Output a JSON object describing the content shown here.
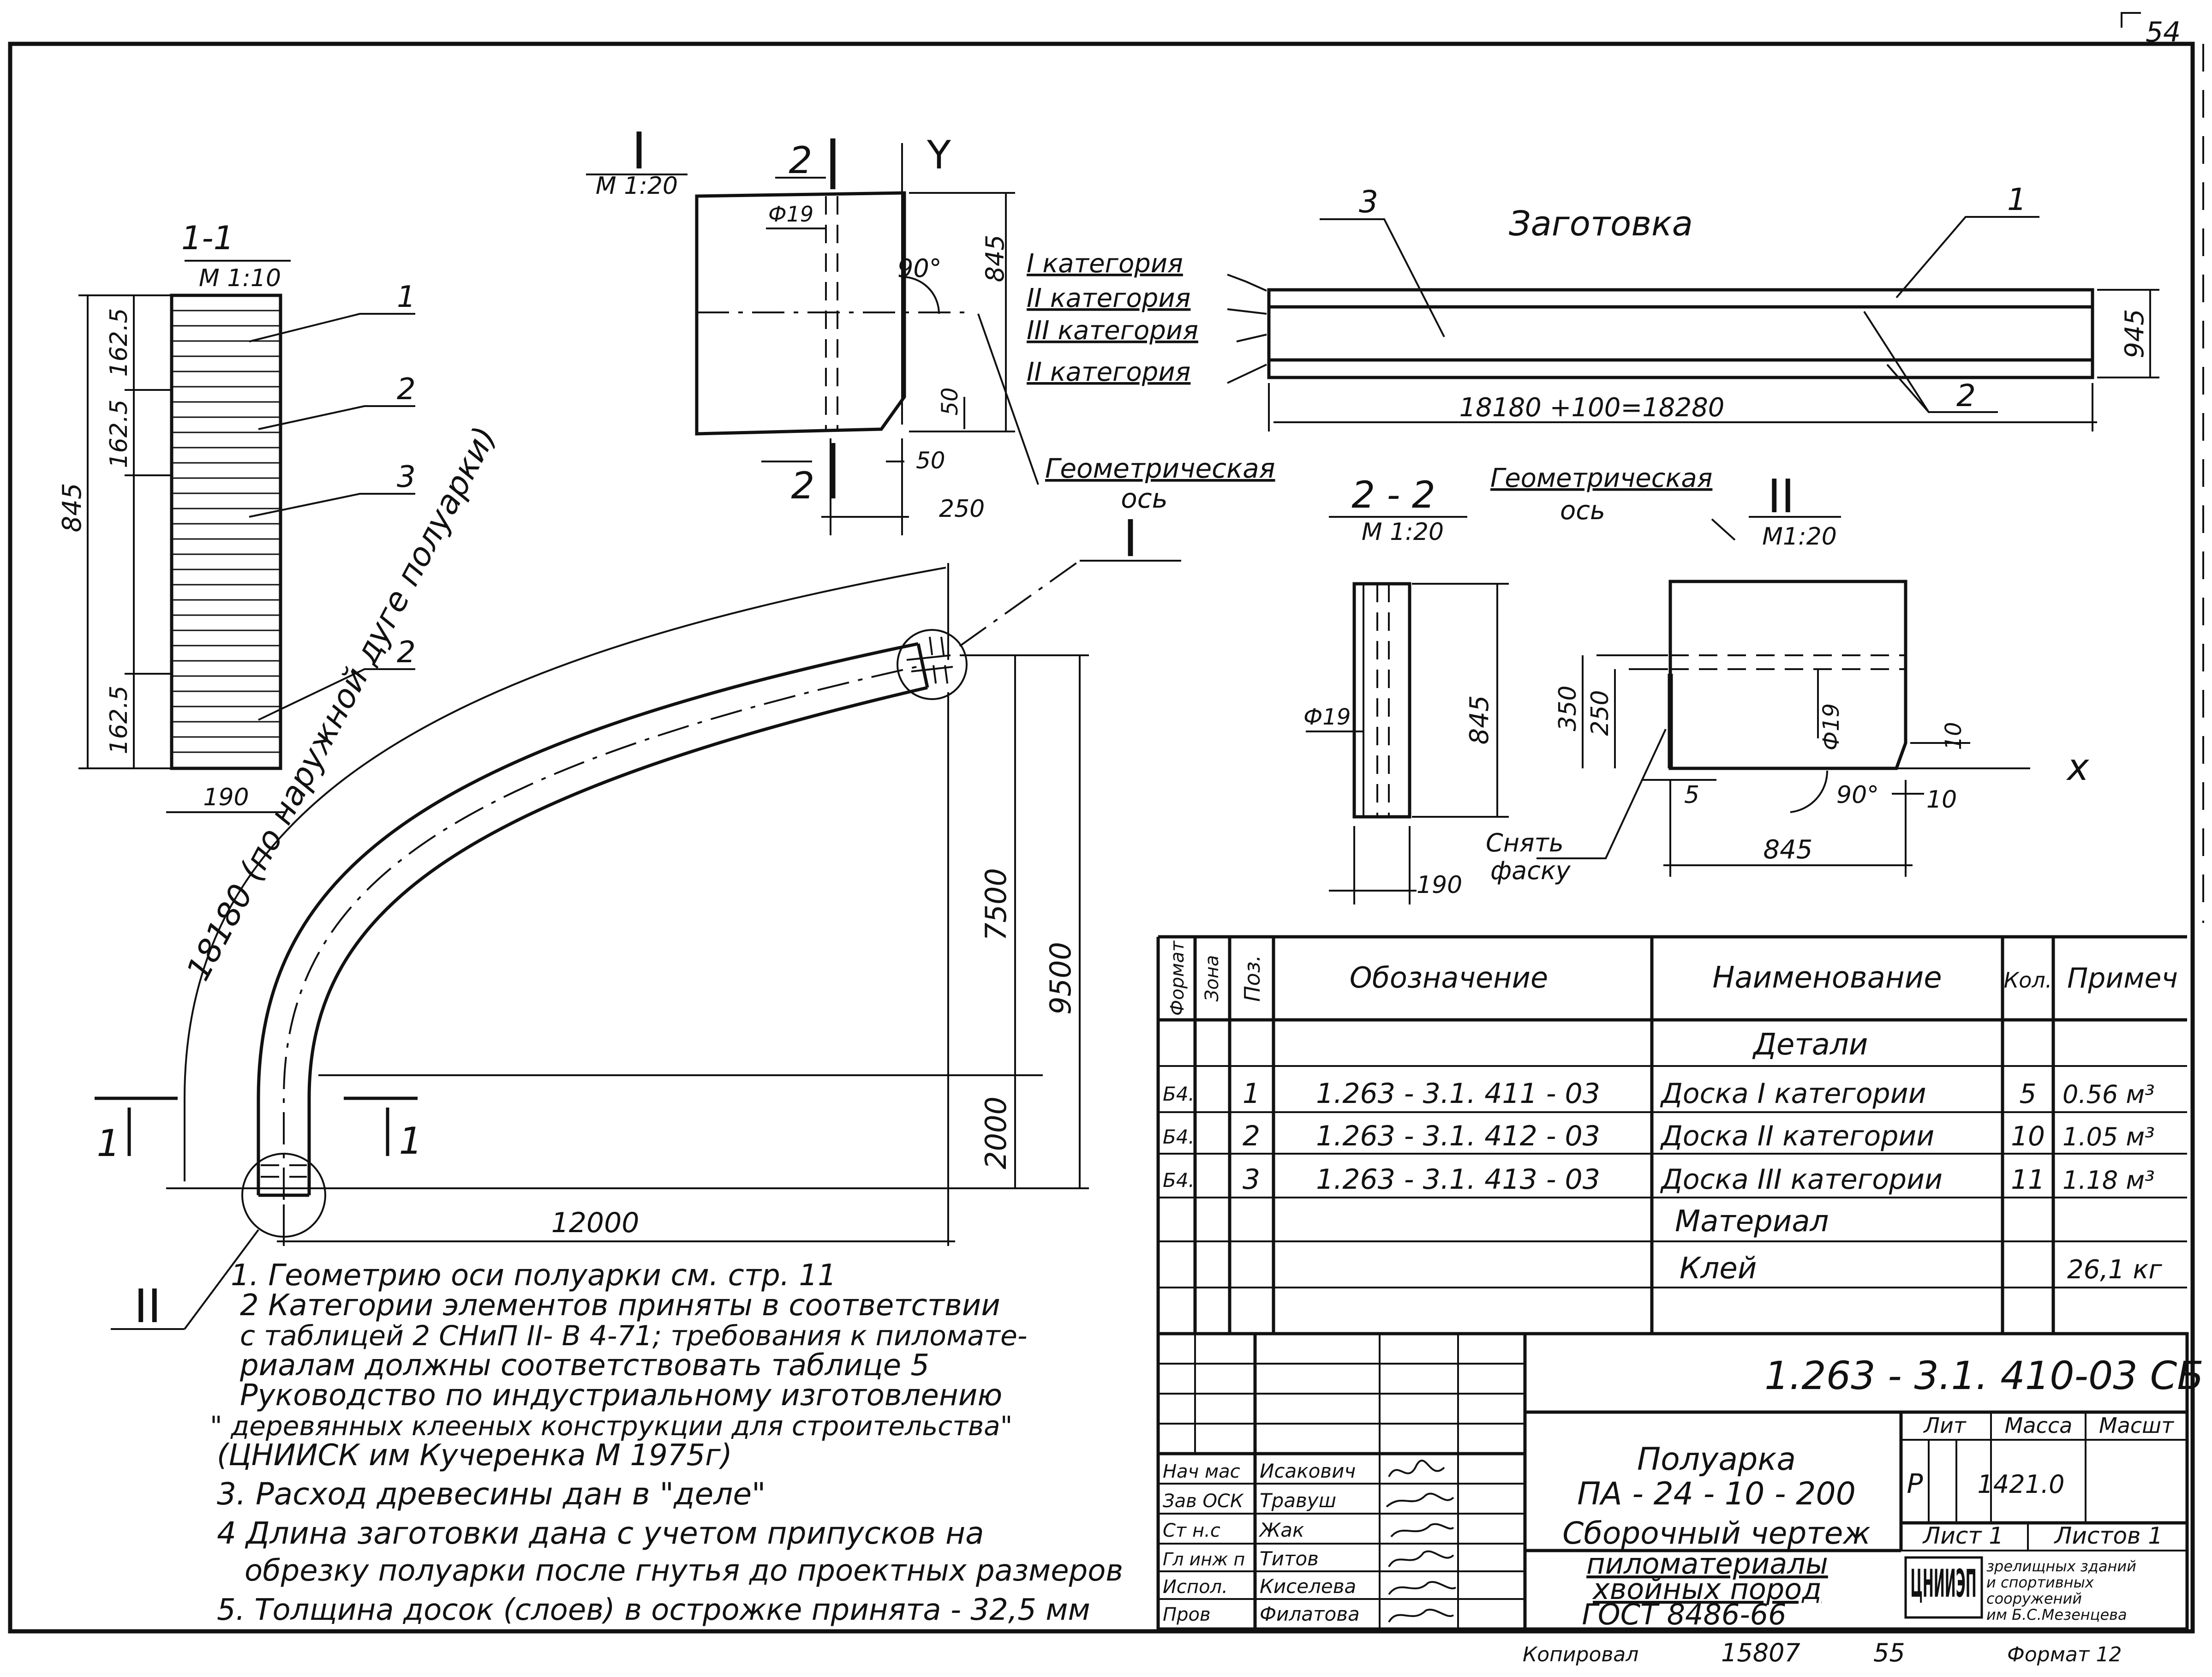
{
  "sheet": {
    "page_number": "54",
    "copied": "Копировал",
    "order": "15807",
    "page_bottom": "55",
    "format": "Формат 12"
  },
  "section_1_1": {
    "title": "1-1",
    "scale": "М 1:10",
    "dims": [
      "162.5",
      "162.5",
      "162.5"
    ],
    "height": "845",
    "width": "190",
    "callouts": [
      "1",
      "2",
      "3",
      "2"
    ]
  },
  "detail_I": {
    "title": "I",
    "scale": "М 1:20",
    "cut": "2",
    "axis": "Y",
    "diameter": "Ф19",
    "angle": "90°",
    "height": "845",
    "chamfer1": "50",
    "chamfer2": "50",
    "width": "250",
    "geometric_axis": "Геометрическая",
    "geometric_axis2": "ось"
  },
  "blank": {
    "title": "Заготовка",
    "cat1": "I категория",
    "cat2a": "II категория",
    "cat3": "III категория",
    "cat2b": "II категория",
    "callout3": "3",
    "callout1": "1",
    "callout2": "2",
    "height": "945",
    "length": "18180 +100=18280"
  },
  "section_2_2": {
    "title": "2 - 2",
    "scale": "М 1:20",
    "diameter": "Ф19",
    "height": "845",
    "width": "190",
    "geometric_axis": "Геометрическая",
    "geometric_axis2": "ось"
  },
  "detail_II": {
    "title": "II",
    "scale": "М1:20",
    "dim350": "350",
    "dim250": "250",
    "diameter": "Ф19",
    "angle": "90°",
    "dim5": "5",
    "dim10a": "10",
    "dim10b": "10",
    "width": "845",
    "axis": "x",
    "chamfer_note": "Снять",
    "chamfer_note2": "фаску"
  },
  "arc": {
    "label": "18180 (по наружной дуге полуарки)",
    "span": "12000",
    "rise_total": "9500",
    "rise_upper": "7500",
    "rise_lower": "2000",
    "cut_mark": "1",
    "detail_I": "I",
    "detail_II": "II"
  },
  "spec": {
    "headers": [
      "Формат",
      "Зона",
      "Поз.",
      "Обозначение",
      "Наименование",
      "Кол.",
      "Примеч"
    ],
    "sections": {
      "details": "Детали",
      "material": "Материал"
    },
    "rows": [
      {
        "format": "Б4.",
        "pos": "1",
        "code": "1.263 - 3.1. 411 - 03",
        "name": "Доска I категории",
        "qty": "5",
        "note": "0.56 м³"
      },
      {
        "format": "Б4.",
        "pos": "2",
        "code": "1.263 - 3.1. 412 - 03",
        "name": "Доска II категории",
        "qty": "10",
        "note": "1.05 м³"
      },
      {
        "format": "Б4.",
        "pos": "3",
        "code": "1.263 - 3.1. 413 - 03",
        "name": "Доска III категории",
        "qty": "11",
        "note": "1.18 м³"
      }
    ],
    "glue": {
      "name": "Клей",
      "note": "26,1 кг"
    }
  },
  "notes": [
    "1. Геометрию оси полуарки см. стр. 11",
    "2 Категории элементов приняты в соответствии",
    "с таблицей 2 СНиП II- В 4-71; требования к пиломате-",
    "риалам должны соответствовать таблице 5",
    "Руководство по индустриальному изготовлению",
    "\" деревянных клееных конструкции для строительства\"",
    "(ЦНИИСК им Кучеренка М 1975г)",
    "3. Расход древесины дан в \"деле\"",
    "4 Длина заготовки дана с учетом припусков на",
    "обрезку полуарки после гнутья до проектных размеров",
    "5. Толщина досок (слоев) в острожке принята - 32,5 мм"
  ],
  "title_block": {
    "designation": "1.263 - 3.1. 410-03 СБ",
    "name1": "Полуарка",
    "name2": "ПА - 24 - 10 - 200",
    "name3": "Сборочный чертеж",
    "material1": "пиломатериалы",
    "material2": "хвойных пород",
    "material3": "ГОСТ 8486-66",
    "lit_label": "Лит",
    "mass_label": "Масса",
    "scale_label": "Масшт",
    "lit": "Р",
    "mass": "1421.0",
    "sheet": "Лист 1",
    "sheets": "Листов 1",
    "org_logo": "ЦНИИЭП",
    "org1": "зрелищных зданий",
    "org2": "и спортивных",
    "org3": "сооружений",
    "org4": "им Б.С.Мезенцева",
    "signatures": [
      {
        "role": "Нач мас",
        "name": "Исакович"
      },
      {
        "role": "Зав ОСК",
        "name": "Травуш"
      },
      {
        "role": "Ст н.с",
        "name": "Жак"
      },
      {
        "role": "Гл инж п",
        "name": "Титов"
      },
      {
        "role": "Испол.",
        "name": "Киселева"
      },
      {
        "role": "Пров",
        "name": "Филатова"
      }
    ]
  }
}
